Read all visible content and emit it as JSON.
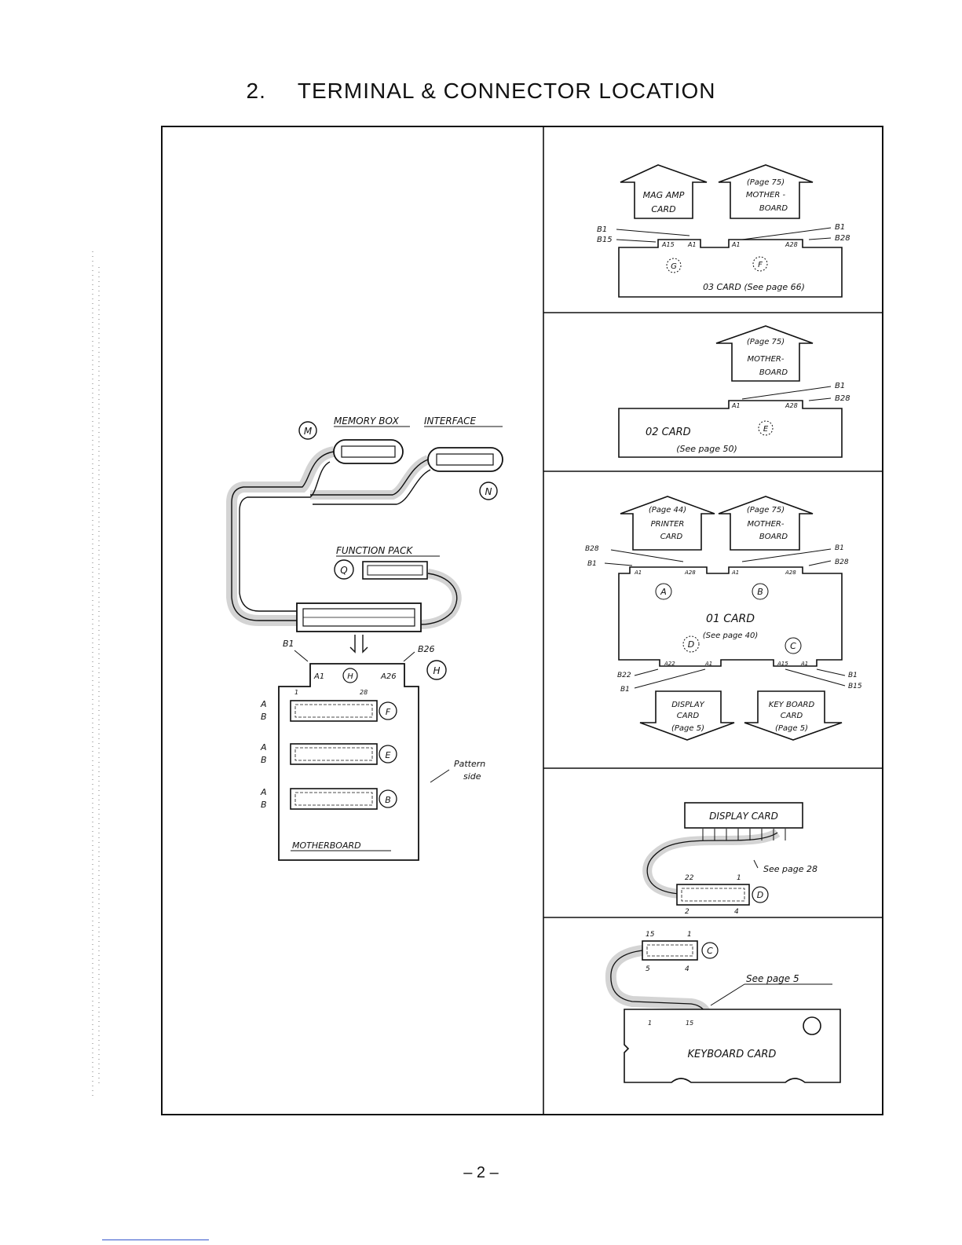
{
  "page": {
    "section_number": "2.",
    "title": "TERMINAL & CONNECTOR LOCATION",
    "page_number": "– 2 –"
  },
  "left_panel": {
    "memory_box_label": "MEMORY BOX",
    "interface_label": "INTERFACE",
    "function_pack_label": "FUNCTION PACK",
    "connector_M": "M",
    "connector_N": "N",
    "connector_Q": "Q",
    "connector_H": "H",
    "b1": "B1",
    "b26": "B26",
    "a1": "A1",
    "a26": "A26",
    "row_a": "A",
    "row_b": "B",
    "pin_1": "1",
    "pin_28": "28",
    "slot_F": "F",
    "slot_E": "E",
    "slot_B": "B",
    "pattern_side": [
      "Pattern",
      "side"
    ],
    "motherboard_label": "MOTHERBOARD"
  },
  "panel_03": {
    "arrow1": [
      "MAG AMP",
      "CARD"
    ],
    "arrow2": [
      "(Page 75)",
      "MOTHER -",
      "BOARD"
    ],
    "b1_left": "B1",
    "b15": "B15",
    "b1_right": "B1",
    "b28": "B28",
    "a15": "A15",
    "a1": "A1",
    "a1b": "A1",
    "a28": "A28",
    "conn_G": "G",
    "conn_F": "F",
    "card_label": "03 CARD (See page 66)"
  },
  "panel_02": {
    "arrow": [
      "(Page 75)",
      "MOTHER-",
      "BOARD"
    ],
    "b1": "B1",
    "b28": "B28",
    "a1": "A1",
    "a28": "A28",
    "card_label": "02 CARD",
    "conn_E": "E",
    "see": "(See page 50)"
  },
  "panel_01": {
    "arrow1": [
      "(Page 44)",
      "PRINTER",
      "CARD"
    ],
    "arrow2": [
      "(Page 75)",
      "MOTHER-",
      "BOARD"
    ],
    "b28_left": "B28",
    "b1_left": "B1",
    "b1_right": "B1",
    "b28_right": "B28",
    "a1": "A1",
    "a28": "A28",
    "a1b": "A1",
    "a28b": "A28",
    "conn_A": "A",
    "conn_B": "B",
    "conn_D": "D",
    "conn_C": "C",
    "card_label": "01 CARD",
    "see": "(See page 40)",
    "a22": "A22",
    "a1c": "A1",
    "a15": "A15",
    "a1d": "A1",
    "b22": "B22",
    "b1_bottom": "B1",
    "b1_br": "B1",
    "b15_br": "B15",
    "arrow3": [
      "DISPLAY",
      "CARD",
      "(Page 5)"
    ],
    "arrow4": [
      "KEY BOARD",
      "CARD",
      "(Page 5)"
    ]
  },
  "panel_display": {
    "card_label": "DISPLAY CARD",
    "see": "See page 28",
    "pin22": "22",
    "pin1": "1",
    "pin2": "2",
    "pin4": "4",
    "conn_D": "D"
  },
  "panel_keyboard": {
    "pin15": "15",
    "pin1": "1",
    "pin5": "5",
    "pin4": "4",
    "conn_C": "C",
    "see": "See page 5",
    "card_label": "KEYBOARD CARD",
    "pin_a": "1",
    "pin_b": "15"
  }
}
